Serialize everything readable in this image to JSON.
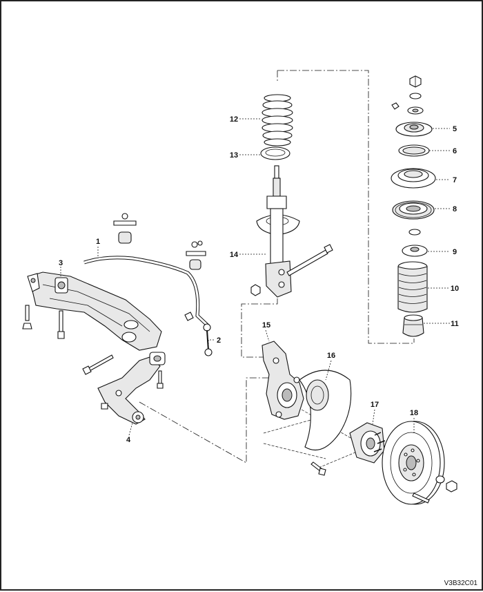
{
  "figure_code": "V3B32C01",
  "callouts": [
    {
      "id": "c1",
      "text": "1"
    },
    {
      "id": "c2",
      "text": "2"
    },
    {
      "id": "c3",
      "text": "3"
    },
    {
      "id": "c4",
      "text": "4"
    },
    {
      "id": "c5",
      "text": "5"
    },
    {
      "id": "c6",
      "text": "6"
    },
    {
      "id": "c7",
      "text": "7"
    },
    {
      "id": "c8",
      "text": "8"
    },
    {
      "id": "c9",
      "text": "9"
    },
    {
      "id": "c10",
      "text": "10"
    },
    {
      "id": "c11",
      "text": "11"
    },
    {
      "id": "c12",
      "text": "12"
    },
    {
      "id": "c13",
      "text": "13"
    },
    {
      "id": "c14",
      "text": "14"
    },
    {
      "id": "c15",
      "text": "15"
    },
    {
      "id": "c16",
      "text": "16"
    },
    {
      "id": "c17",
      "text": "17"
    },
    {
      "id": "c18",
      "text": "18"
    }
  ]
}
